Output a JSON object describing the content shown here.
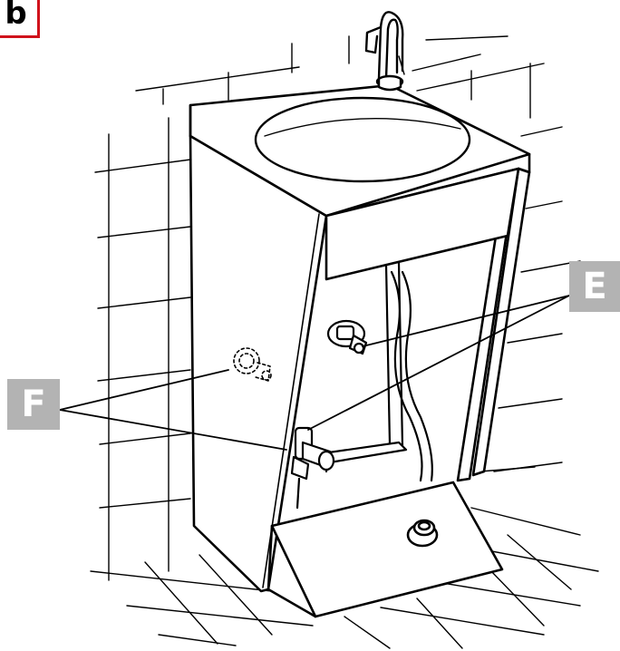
{
  "figure_tag": "b",
  "callouts": {
    "e": "E",
    "f": "F"
  },
  "colors": {
    "line": "#000000",
    "label_bg": "#b3b3b3",
    "tag_border": "#d0121b"
  }
}
